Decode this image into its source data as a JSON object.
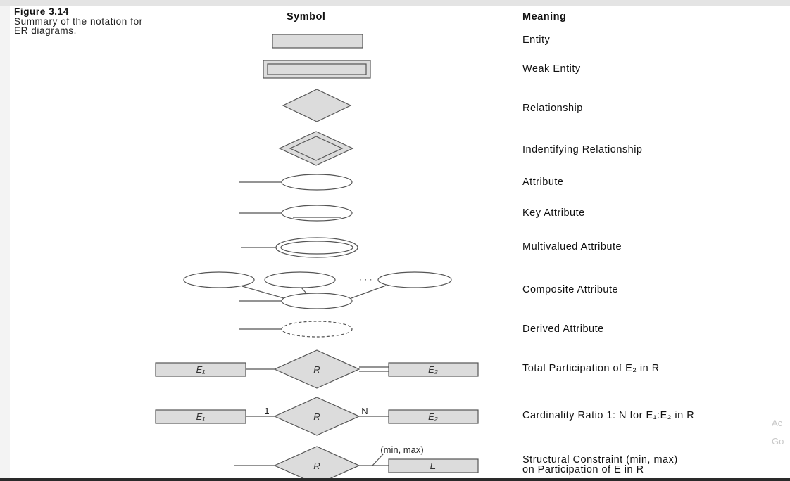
{
  "caption": {
    "title": "Figure 3.14",
    "body": "Summary of the notation for ER diagrams."
  },
  "headers": {
    "symbol": "Symbol",
    "meaning": "Meaning"
  },
  "meanings": [
    "Entity",
    "Weak Entity",
    "Relationship",
    "Indentifying Relationship",
    "Attribute",
    "Key Attribute",
    "Multivalued Attribute",
    "Composite Attribute",
    "Derived Attribute",
    "Total Participation of E₂ in R",
    "Cardinality Ratio 1: N for E₁:E₂ in R",
    "Structural Constraint (min, max)",
    "on Participation of E in R"
  ],
  "symbol_labels": {
    "e1": "E₁",
    "e2": "E₂",
    "r": "R",
    "e": "E",
    "one": "1",
    "n": "N",
    "min_max": "(min, max)",
    "ellipsis": "· · ·"
  },
  "watermark": {
    "line1": "Ac",
    "line2": "Go"
  },
  "colors": {
    "shape_fill": "#dcdcdc",
    "stroke": "#555555"
  }
}
